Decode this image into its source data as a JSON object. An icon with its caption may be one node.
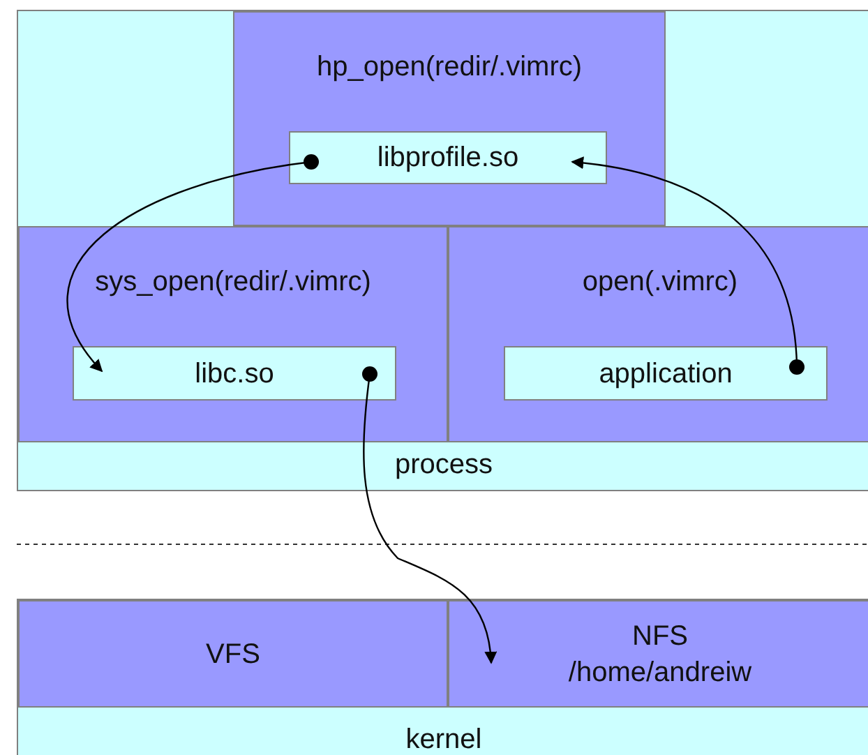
{
  "diagram": {
    "nodes": [
      {
        "text": [
          "process"
        ]
      },
      {
        "text": [
          "hp_open(redir/.vimrc)"
        ],
        "in": 0
      },
      {
        "text": [
          "libprofile.so"
        ],
        "in": 1
      },
      {
        "text": [
          "sys_open(redir/.vimrc)"
        ],
        "in": 0
      },
      {
        "text": [
          "libc.so"
        ],
        "in": 3
      },
      {
        "text": [
          "open(.vimrc)"
        ],
        "in": 0
      },
      {
        "text": [
          "application"
        ],
        "in": 5
      },
      {
        "text": [
          "kernel"
        ]
      },
      {
        "text": [
          "VFS"
        ],
        "in": 7
      },
      {
        "text": [
          "NFS",
          "/home/andreiw"
        ],
        "in": 7
      }
    ],
    "edges": [
      {
        "from": 2,
        "to": 4,
        "arrow": "to"
      },
      {
        "from": 6,
        "to": 2,
        "arrow": "to"
      },
      {
        "from": 4,
        "to": 9,
        "arrow": "to"
      }
    ]
  }
}
